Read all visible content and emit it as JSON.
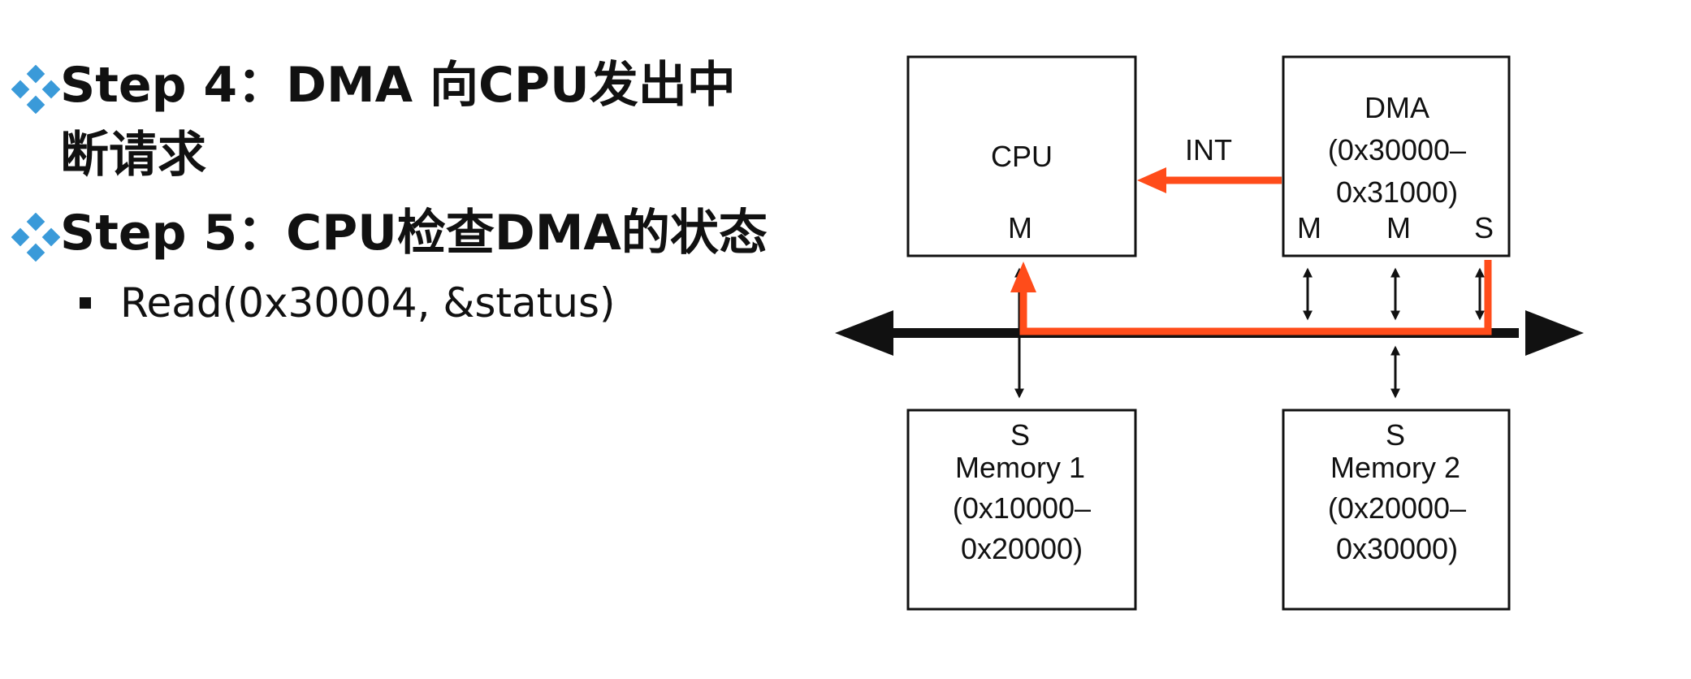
{
  "steps": [
    {
      "text": "Step 4：DMA 向CPU发出中断请求"
    },
    {
      "text": "Step 5：CPU检查DMA的状态"
    }
  ],
  "sub_step": {
    "text": "Read(0x30004, &status)"
  },
  "diagram": {
    "cpu": {
      "label": "CPU",
      "port": "M"
    },
    "dma": {
      "label": "DMA",
      "range_start": "(0x30000–",
      "range_end": "0x31000)",
      "ports": [
        "M",
        "M",
        "S"
      ]
    },
    "memory1": {
      "port": "S",
      "label": "Memory 1",
      "range_start": "(0x10000–",
      "range_end": "0x20000)"
    },
    "memory2": {
      "port": "S",
      "label": "Memory 2",
      "range_start": "(0x20000–",
      "range_end": "0x30000)"
    },
    "int_label": "INT"
  },
  "colors": {
    "highlight": "#ff4c1a",
    "bullet_diamond": "#3a9ad9",
    "text": "#111111"
  }
}
